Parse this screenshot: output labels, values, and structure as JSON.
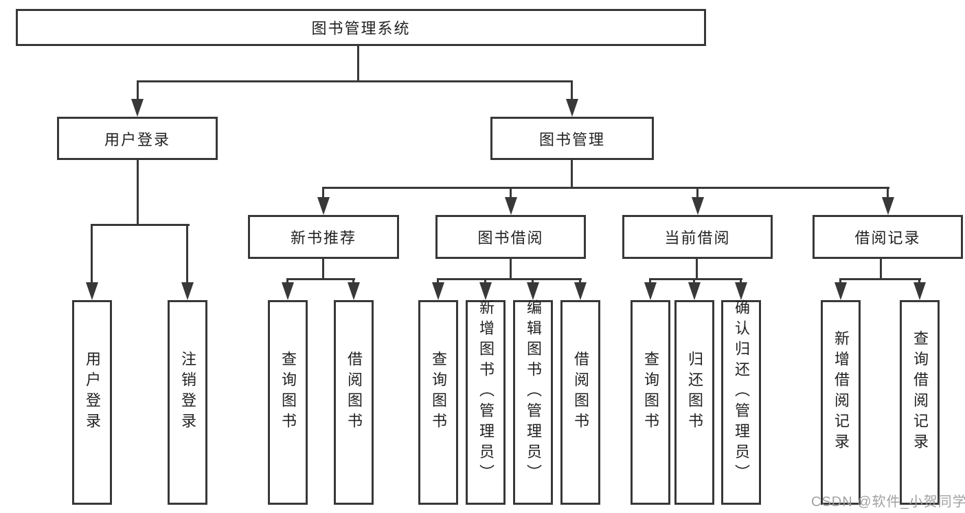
{
  "diagram": {
    "type": "tree",
    "line_color": "#383838",
    "text_color": "#222222",
    "background": "#ffffff",
    "root": "图书管理系统",
    "level2": [
      "用户登录",
      "图书管理"
    ],
    "login_children": [
      "用户登录",
      "注销登录"
    ],
    "mgmt_sections": [
      "新书推荐",
      "图书借阅",
      "当前借阅",
      "借阅记录"
    ],
    "new_book_children": [
      "查询图书",
      "借阅图书"
    ],
    "borrow_children": [
      "查询图书",
      "新增图书（管理员）",
      "编辑图书（管理员）",
      "借阅图书"
    ],
    "current_children": [
      "查询图书",
      "归还图书",
      "确认归还（管理员）"
    ],
    "record_children": [
      "新增借阅记录",
      "查询借阅记录"
    ]
  },
  "watermark": {
    "text": "CSDN @软件_小贺同学",
    "color": "#9c9c9c"
  }
}
